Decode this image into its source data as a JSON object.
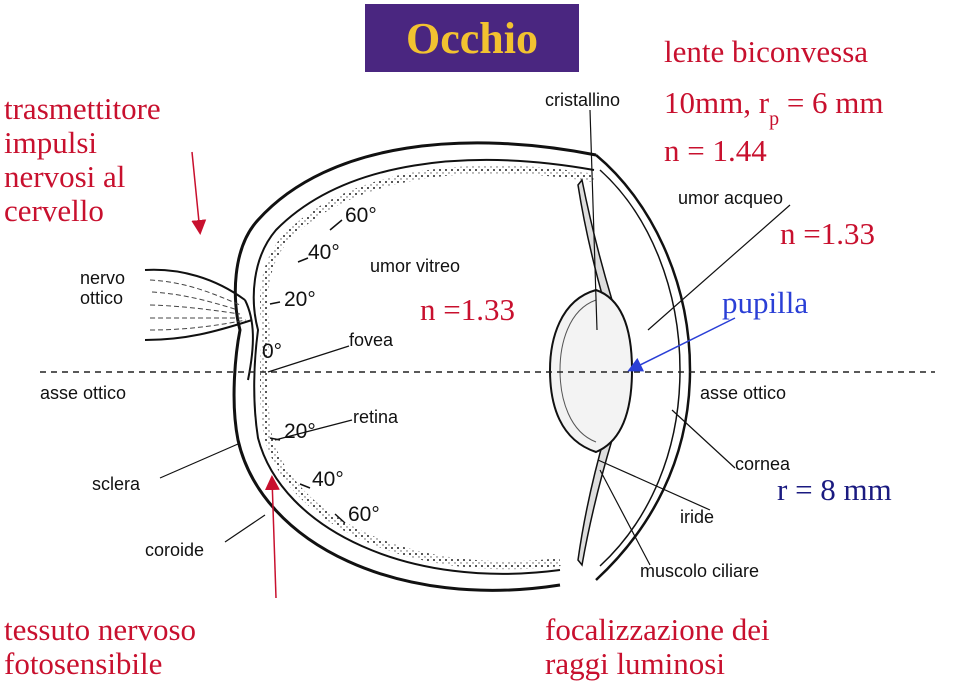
{
  "title": "Occhio",
  "colors": {
    "title_bg": "#4a2680",
    "title_text": "#f2c230",
    "red_text": "#c8102e",
    "navy_text": "#1a1a80",
    "blue_text": "#2a3fd6"
  },
  "notes": {
    "optic_nerve": [
      "trasmettitore",
      "impulsi",
      "nervosi al",
      "cervello"
    ],
    "tissue": [
      "tessuto nervoso",
      "fotosensibile"
    ],
    "focus": [
      "focalizzazione dei",
      "raggi luminosi"
    ],
    "lens_line1": "lente biconvessa",
    "lens_line2_a": "10mm, r",
    "lens_line2_sub": "p",
    "lens_line2_b": " = 6 mm",
    "lens_n": "n = 1.44",
    "aqueous_n": "n =1.33",
    "vitreous_n": "n =1.33",
    "pupil": "pupilla",
    "cornea_r": "r = 8 mm"
  },
  "labels": {
    "nervo": "nervo",
    "ottico": "ottico",
    "asse_left": "asse ottico",
    "asse_right": "asse ottico",
    "sclera": "sclera",
    "coroide": "coroide",
    "umor_vitreo": "umor vitreo",
    "fovea": "fovea",
    "retina": "retina",
    "cristallino": "cristallino",
    "umor_acqueo": "umor acqueo",
    "cornea": "cornea",
    "iride": "iride",
    "muscolo_ciliare": "muscolo ciliare"
  },
  "degrees": {
    "d60_top": "60°",
    "d40_top": "40°",
    "d20_top": "20°",
    "d0": "0°",
    "d20_bot": "20°",
    "d40_bot": "40°",
    "d60_bot": "60°"
  }
}
